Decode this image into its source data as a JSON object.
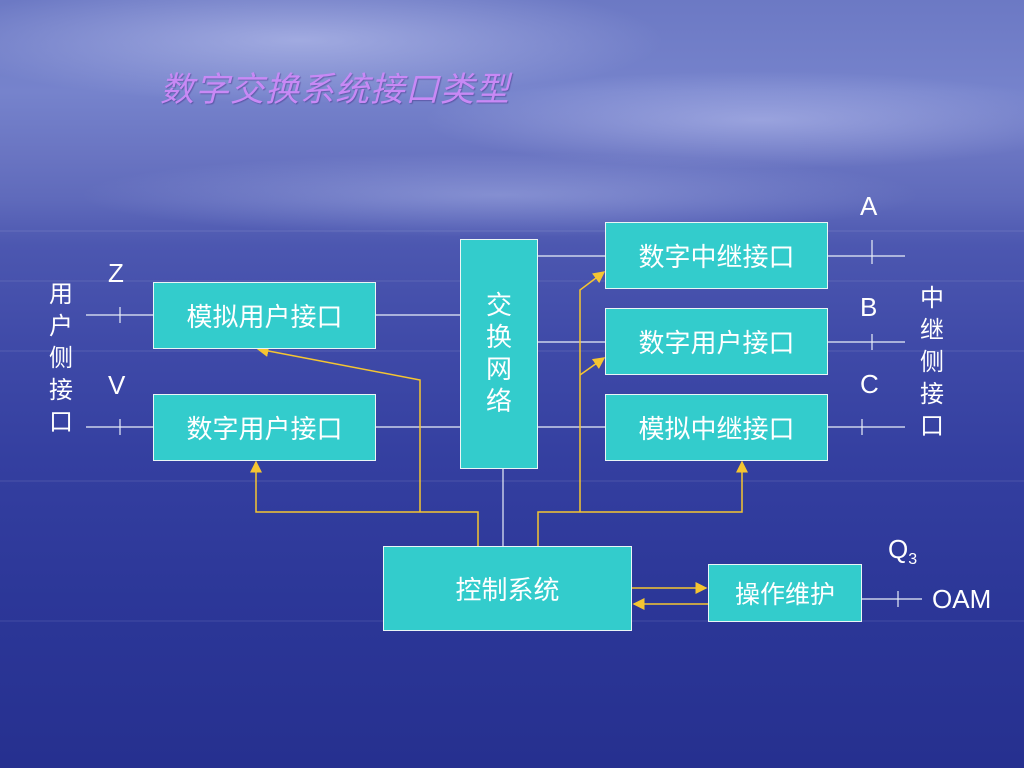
{
  "title": "数字交换系统接口类型",
  "boxes": {
    "analog_user_interface": "模拟用户接口",
    "digital_user_interface_left": "数字用户接口",
    "switching_network": [
      "交",
      "换",
      "网",
      "络"
    ],
    "digital_trunk_interface": "数字中继接口",
    "digital_user_interface_right": "数字用户接口",
    "analog_trunk_interface": "模拟中继接口",
    "control_system": "控制系统",
    "operation_maintenance": "操作维护"
  },
  "labels": {
    "z": "Z",
    "v": "V",
    "a": "A",
    "b": "B",
    "c": "C",
    "q3_main": "Q",
    "q3_sub": "3",
    "oam": "OAM",
    "user_side_interface": [
      "用",
      "户",
      "侧",
      "接",
      "口"
    ],
    "trunk_side_interface": [
      "中",
      "继",
      "侧",
      "接",
      "口"
    ]
  },
  "colors": {
    "box_fill": "#33cccc",
    "title": "#c889f5",
    "control_arrow": "#f5c531",
    "connector_line": "#e8eef8"
  }
}
